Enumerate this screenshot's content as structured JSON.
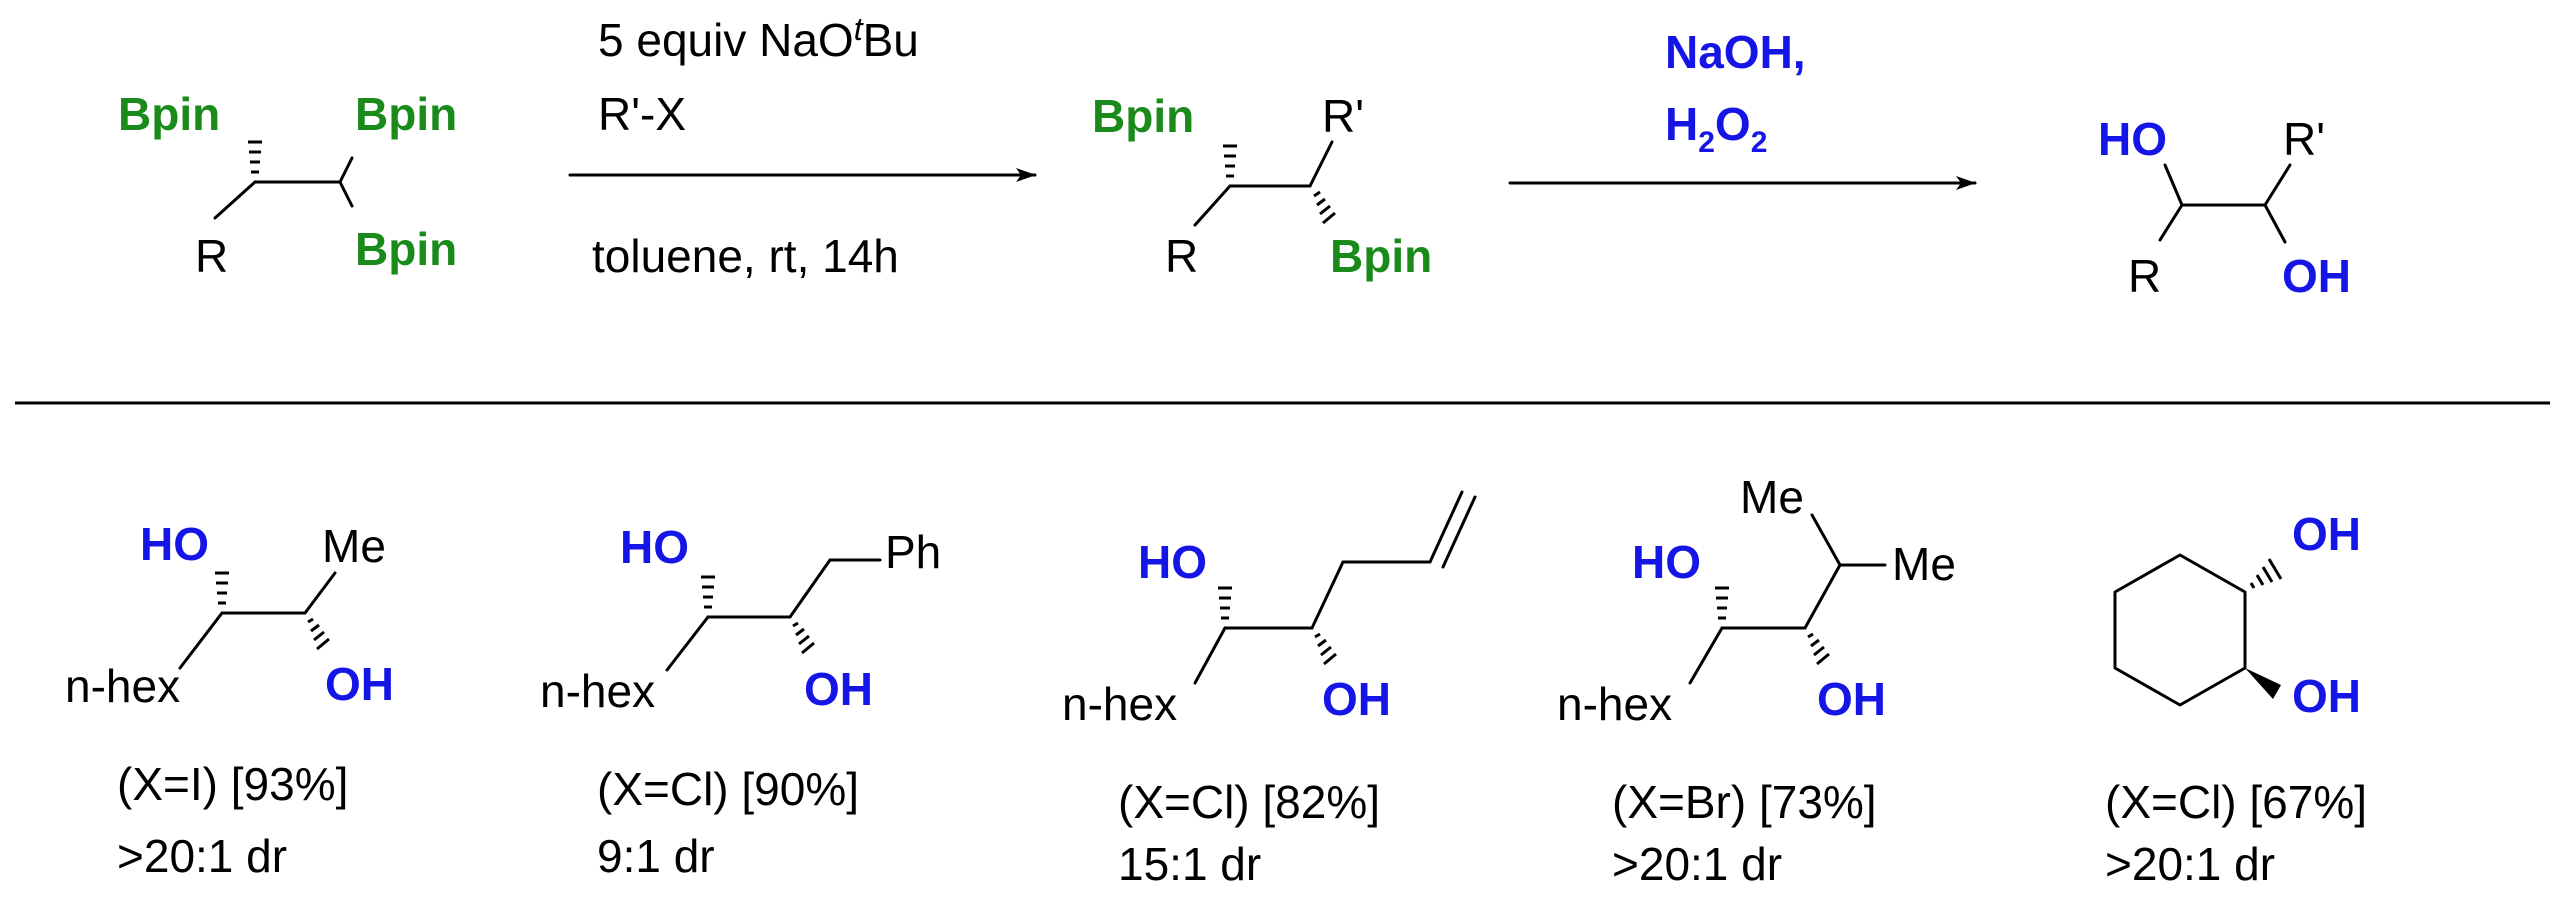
{
  "colors": {
    "boryl": "#1a8a1a",
    "hydroxyl": "#1515e6",
    "text": "#000000"
  },
  "reaction": {
    "start": {
      "bpin_a": "Bpin",
      "bpin_b": "Bpin",
      "bpin_c": "Bpin",
      "r": "R"
    },
    "step1": {
      "line1_pre": "5 equiv NaO",
      "line1_sup": "t",
      "line1_post": "Bu",
      "line2": "R'-X",
      "line3": "toluene, rt, 14h"
    },
    "intermediate": {
      "bpin_a": "Bpin",
      "bpin_b": "Bpin",
      "r": "R",
      "rprime": "R'"
    },
    "step2": {
      "line1": "NaOH,",
      "line2_a": "H",
      "line2_sub1": "2",
      "line2_b": "O",
      "line2_sub2": "2"
    },
    "product": {
      "ho": "HO",
      "oh": "OH",
      "r": "R",
      "rprime": "R'"
    }
  },
  "examples": [
    {
      "ho": "HO",
      "oh": "OH",
      "chain": "n-hex",
      "substituent": "Me",
      "caption1": "(X=I) [93%]",
      "caption2": ">20:1 dr"
    },
    {
      "ho": "HO",
      "oh": "OH",
      "chain": "n-hex",
      "substituent": "Ph",
      "caption1": "(X=Cl) [90%]",
      "caption2": "9:1 dr"
    },
    {
      "ho": "HO",
      "oh": "OH",
      "chain": "n-hex",
      "caption1": "(X=Cl) [82%]",
      "caption2": "15:1 dr"
    },
    {
      "ho": "HO",
      "oh": "OH",
      "chain": "n-hex",
      "sub_top": "Me",
      "sub_right": "Me",
      "caption1": "(X=Br) [73%]",
      "caption2": ">20:1 dr"
    },
    {
      "oh_top": "OH",
      "oh_bottom": "OH",
      "caption1": "(X=Cl) [67%]",
      "caption2": ">20:1 dr"
    }
  ]
}
